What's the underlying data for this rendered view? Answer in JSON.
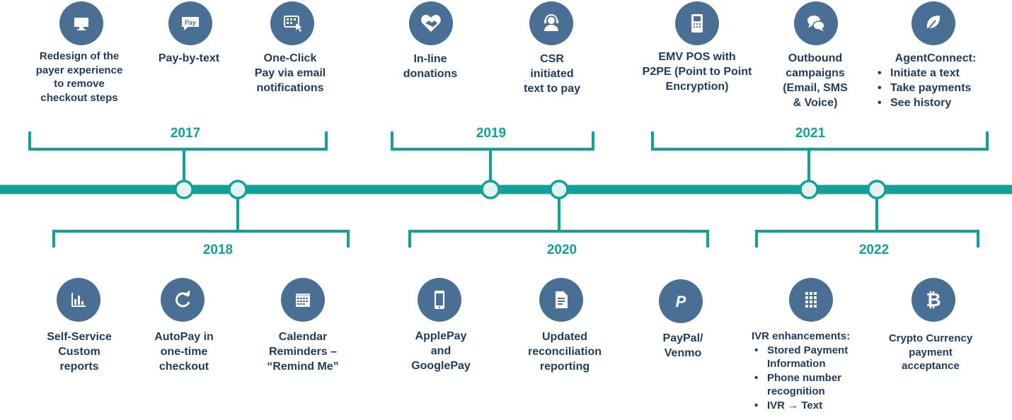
{
  "years": [
    "2017",
    "2018",
    "2019",
    "2020",
    "2021",
    "2022"
  ],
  "features": {
    "f1": {
      "lines": [
        "Redesign of the",
        "payer experience",
        "to remove",
        "checkout steps"
      ],
      "icon": "monitor-icon"
    },
    "f2": {
      "lines": [
        "Pay-by-text"
      ],
      "icon": "pay-chat-icon",
      "icon_text": "Pay"
    },
    "f3": {
      "lines": [
        "One-Click",
        "Pay via email",
        "notifications"
      ],
      "icon": "click-email-icon"
    },
    "f4": {
      "lines": [
        "In-line",
        "donations"
      ],
      "icon": "heart-handshake-icon"
    },
    "f5": {
      "lines": [
        "CSR",
        "initiated",
        "text to pay"
      ],
      "icon": "headset-agent-icon"
    },
    "f6": {
      "lines": [
        "EMV POS with",
        "P2PE (Point to Point",
        "Encryption)"
      ],
      "icon": "pos-terminal-icon"
    },
    "f7": {
      "lines": [
        "Outbound",
        "campaigns",
        "(Email, SMS",
        "& Voice)"
      ],
      "icon": "chat-bubbles-icon"
    },
    "f8": {
      "title": "AgentConnect:",
      "bullets": [
        "Initiate a text",
        "Take payments",
        "See history"
      ],
      "icon": "leaf-icon"
    },
    "f9": {
      "lines": [
        "Self-Service",
        "Custom",
        "reports"
      ],
      "icon": "bar-chart-icon"
    },
    "f10": {
      "lines": [
        "AutoPay in",
        "one-time",
        "checkout"
      ],
      "icon": "refresh-icon"
    },
    "f11": {
      "lines": [
        "Calendar",
        "Reminders –",
        "“Remind Me”"
      ],
      "icon": "calendar-icon"
    },
    "f12": {
      "lines": [
        "ApplePay",
        "and",
        "GooglePay"
      ],
      "icon": "smartphone-icon"
    },
    "f13": {
      "lines": [
        "Updated",
        "reconciliation",
        "reporting"
      ],
      "icon": "document-icon"
    },
    "f14": {
      "lines": [
        "PayPal/",
        "Venmo"
      ],
      "icon": "paypal-icon",
      "icon_text": "P"
    },
    "f15": {
      "title": "IVR enhancements:",
      "bullets": [
        "Stored Payment Information",
        "Phone number recognition",
        "IVR → Text"
      ],
      "icon": "keypad-icon"
    },
    "f16": {
      "lines": [
        "Crypto Currency",
        "payment",
        "acceptance"
      ],
      "icon": "bitcoin-icon",
      "icon_text": "₿"
    }
  }
}
